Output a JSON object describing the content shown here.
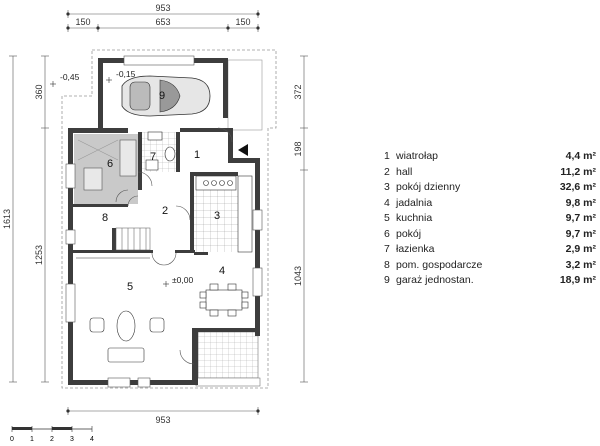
{
  "dimensions": {
    "top_total": "953",
    "top_left": "150",
    "top_mid": "653",
    "top_right": "150",
    "bottom_total": "953",
    "left_total": "1613",
    "left_top": "360",
    "left_bottom": "1253",
    "right_top": "372",
    "right_mid": "198",
    "right_bottom": "1043"
  },
  "levels": {
    "outside": "-0,45",
    "garage": "-0,15",
    "main": "±0,00"
  },
  "room_labels": [
    "1",
    "2",
    "3",
    "4",
    "5",
    "6",
    "7",
    "8",
    "9"
  ],
  "legend": [
    {
      "num": "1",
      "name": "wiatrołap",
      "area": "4,4 m²"
    },
    {
      "num": "2",
      "name": "hall",
      "area": "11,2 m²"
    },
    {
      "num": "3",
      "name": "pokój dzienny",
      "area": "32,6 m²"
    },
    {
      "num": "4",
      "name": "jadalnia",
      "area": "9,8 m²"
    },
    {
      "num": "5",
      "name": "kuchnia",
      "area": "9,7 m²"
    },
    {
      "num": "6",
      "name": "pokój",
      "area": "9,7 m²"
    },
    {
      "num": "7",
      "name": "łazienka",
      "area": "2,9 m²"
    },
    {
      "num": "8",
      "name": "pom. gospodarcze",
      "area": "3,2 m²"
    },
    {
      "num": "9",
      "name": "garaż jednostan.",
      "area": "18,9 m²"
    }
  ],
  "scale": [
    "0",
    "1",
    "2",
    "3",
    "4"
  ],
  "colors": {
    "wall": "#3d3d3d",
    "room6_fill": "#c9c9c9",
    "dashed_outline": "#999999"
  }
}
